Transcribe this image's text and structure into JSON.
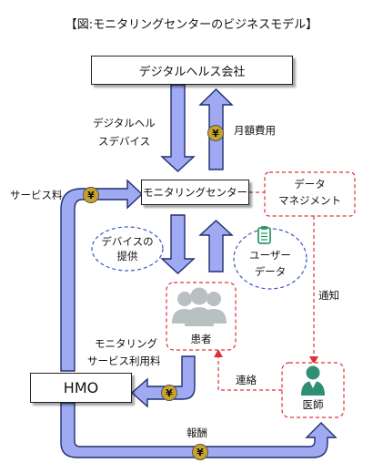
{
  "title": "【図:モニタリングセンターのビジネスモデル】",
  "nodes": {
    "digital_health": "デジタルヘルス会社",
    "monitoring_center": "モニタリングセンター",
    "data_management": [
      "データ",
      "マネジメント"
    ],
    "hmo": "HMO",
    "patient": "患者",
    "doctor": "医師",
    "device_provision": [
      "デバイスの",
      "提供"
    ],
    "user_data": [
      "ユーザー",
      "データ"
    ]
  },
  "labels": {
    "digital_health_device": [
      "デジタルヘル",
      "スデバイス"
    ],
    "monthly_fee": "月額費用",
    "service_fee": "サービス料",
    "monitoring_fee": [
      "モニタリング",
      "サービス利用料"
    ],
    "notification": "通知",
    "contact": "連絡",
    "reward": "報酬",
    "yen_symbol": "¥"
  },
  "colors": {
    "arrow_fill": "#9faaf2",
    "arrow_stroke": "#1f2f6e",
    "dashed_red": "#e0303a",
    "dashed_blue": "#3a55c8",
    "coin": "#c9a42a",
    "patient_icon": "#b8c0c2",
    "doctor_icon": "#2f8f72",
    "clipboard_icon": "#2f9b6a"
  }
}
